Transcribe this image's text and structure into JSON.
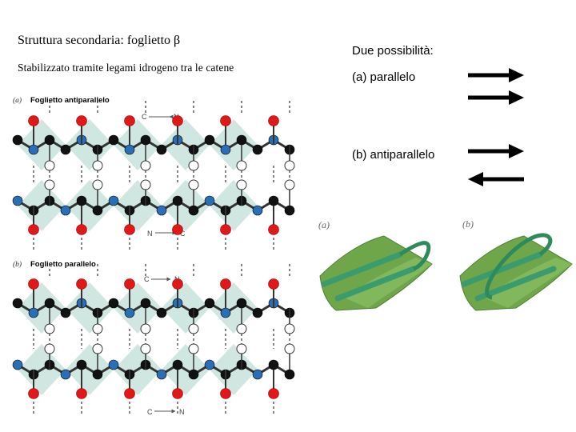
{
  "slide": {
    "title": "Struttura secondaria: foglietto β",
    "subtitle": "Stabilizzato tramite legami idrogeno tra le catene"
  },
  "options": {
    "heading": "Due possibilità:",
    "a_label": "(a)   parallelo",
    "b_label": "(b)   antiparallelo"
  },
  "diagrams": {
    "antiparallel": {
      "tag": "(a)",
      "label": "Foglietto antiparallelo",
      "top_c": "C",
      "top_n": "N",
      "bottom_n": "N",
      "bottom_c": "C"
    },
    "parallel": {
      "tag": "(b)",
      "label": "Foglietto parallelo",
      "top_c": "C",
      "top_n": "N",
      "bottom_c": "C",
      "bottom_n": "N"
    },
    "ribbons": {
      "tag_a": "(a)",
      "tag_b": "(b)"
    }
  },
  "colors": {
    "carbon": "#111111",
    "nitrogen": "#2a6fb5",
    "oxygen": "#e01818",
    "hydrogen": "#ffffff",
    "plane": "#a9d1c6",
    "ribbon_sheet": "#6fa64a",
    "ribbon_strand": "#3a9c6e"
  }
}
